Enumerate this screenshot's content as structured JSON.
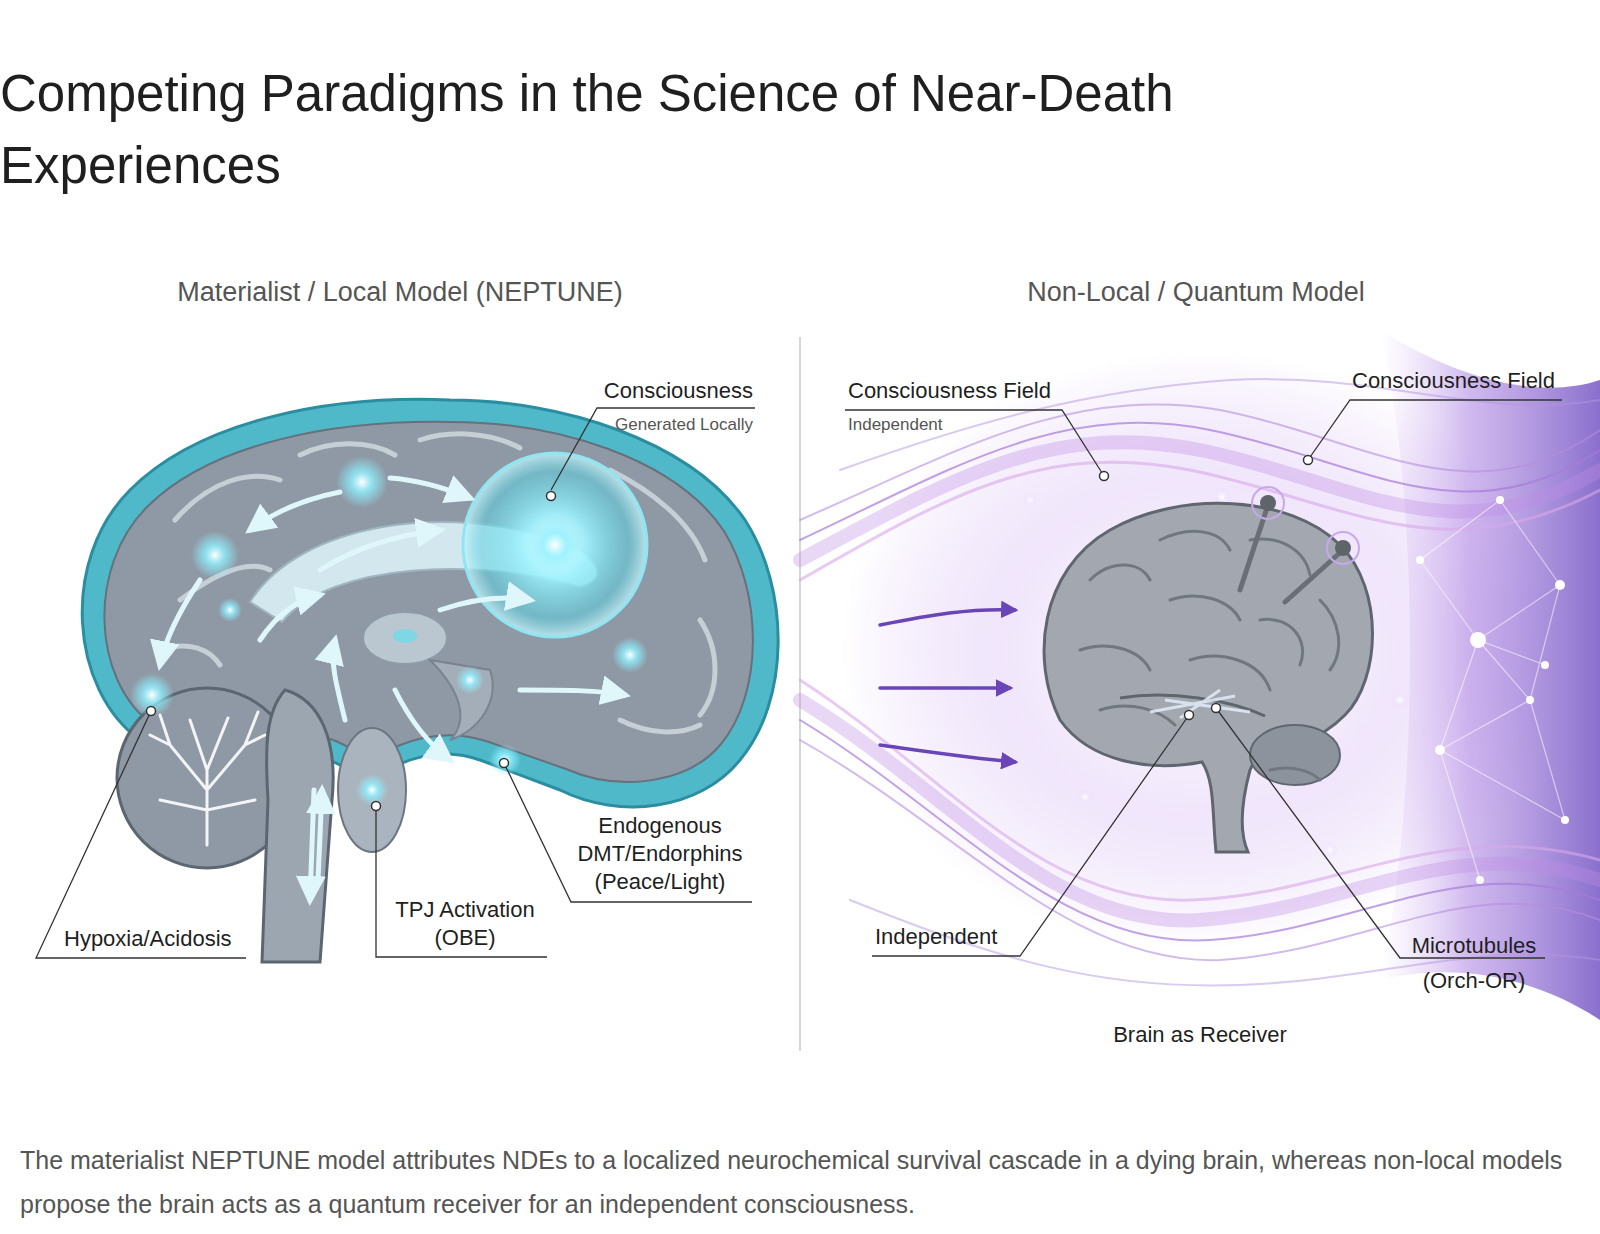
{
  "diagram": {
    "title": "Competing Paradigms in the Science of Near-Death Experiences",
    "caption": "The materialist NEPTUNE model attributes NDEs to a localized neurochemical survival cascade in a dying brain, whereas non-local models propose the brain acts as a quantum receiver for an independent consciousness.",
    "labels": [
      "Materialist / Local Model (NEPTUNE)",
      "Non-Local / Quantum Model",
      "Consciousness",
      "Generated Locally",
      "Consciousness Field",
      "Independent",
      "Consciousness Field",
      "Hypoxia/Acidosis",
      "TPJ Activation (OBE)",
      "Endogenous DMT/Endorphins (Peace/Light)",
      "Independent",
      "Microtubules (Orch-OR)",
      "Brain as Receiver"
    ]
  }
}
